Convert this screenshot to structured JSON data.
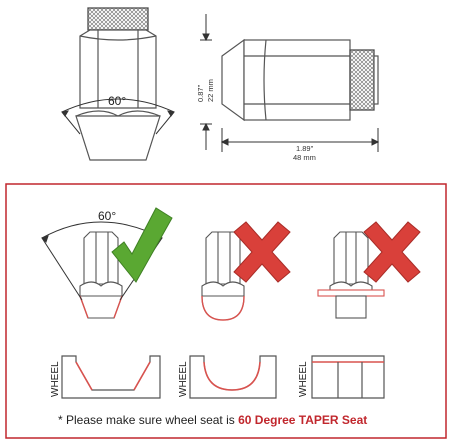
{
  "top_diagram": {
    "angle_label": "60°",
    "height_inches": "0.87\"",
    "height_mm": "22 mm",
    "length_inches": "1.89\"",
    "length_mm": "48 mm"
  },
  "seat_comparison": {
    "angle_label": "60°",
    "panels": [
      {
        "seat_type": "taper",
        "result": "correct",
        "mark_icon": "check-mark-icon"
      },
      {
        "seat_type": "ball",
        "result": "incorrect",
        "mark_icon": "x-mark-icon"
      },
      {
        "seat_type": "flat",
        "result": "incorrect",
        "mark_icon": "x-mark-icon"
      }
    ],
    "wheel_labels": [
      "WHEEL",
      "WHEEL",
      "WHEEL"
    ]
  },
  "note": {
    "prefix": "* Please make sure wheel seat is ",
    "highlight": "60 Degree TAPER Seat"
  },
  "colors": {
    "frame_red": "#c1272d",
    "seat_red": "#d9534f",
    "check_green": "#5aa832",
    "x_red": "#d9403a",
    "outline": "#555555"
  }
}
